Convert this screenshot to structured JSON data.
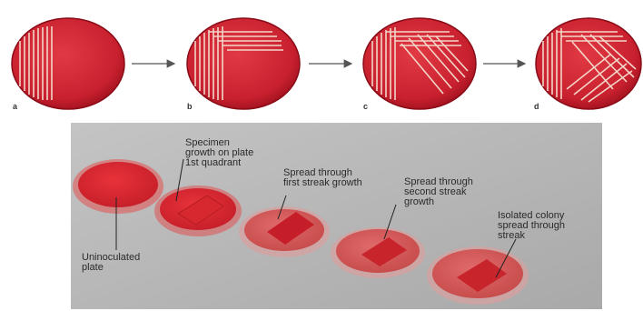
{
  "panels": [
    {
      "letter": "a"
    },
    {
      "letter": "b"
    },
    {
      "letter": "c"
    },
    {
      "letter": "d"
    }
  ],
  "photo": {
    "annotations": [
      {
        "id": "specimen",
        "text": "Specimen\ngrowth on plate\n1st quadrant"
      },
      {
        "id": "first",
        "text": "Spread through\nfirst streak growth"
      },
      {
        "id": "second",
        "text": "Spread through\nsecond streak\ngrowth"
      },
      {
        "id": "isolated",
        "text": "Isolated colony\nspread through\nstreak"
      },
      {
        "id": "uninoculated",
        "text": "Uninoculated\nplate"
      }
    ]
  },
  "colors": {
    "plate_red": "#c8202e",
    "plate_rim": "#a0101e",
    "streak": "#f2d6c8",
    "photo_bg": "#b8b8b8"
  }
}
